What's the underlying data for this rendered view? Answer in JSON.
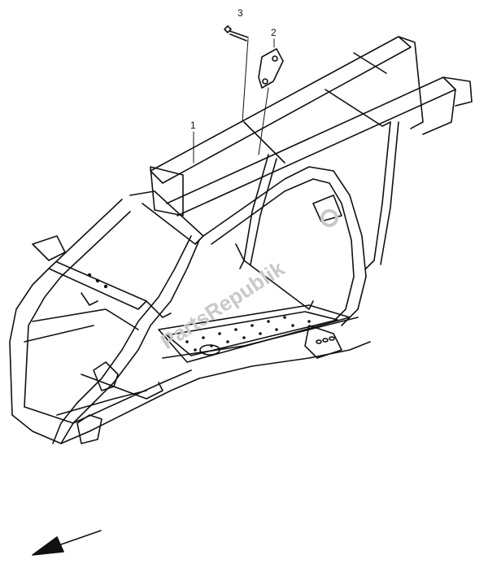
{
  "parts": [
    {
      "number": "1",
      "name": "frame"
    },
    {
      "number": "2",
      "name": "bracket"
    },
    {
      "number": "3",
      "name": "bolt"
    }
  ],
  "watermark": "PartsRepublik",
  "icons": {
    "direction": "arrow-left-down-icon",
    "watermark_logo": "gear-icon"
  },
  "colors": {
    "line": "#111111",
    "background": "#ffffff",
    "watermark": "#c9c9c9"
  }
}
